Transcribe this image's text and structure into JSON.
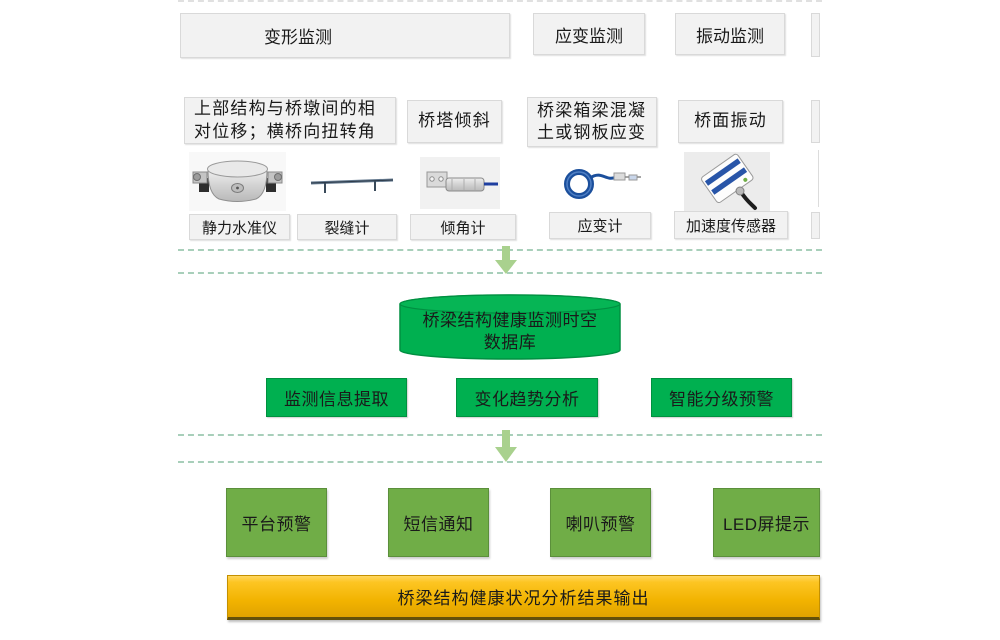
{
  "palette": {
    "bright_green": "#00b050",
    "olive_green": "#70ad47",
    "arrow_green": "#a9d18e",
    "dash_green": "#a8cfba",
    "gold": "#ffc000",
    "box_gray": "#f2f2f2"
  },
  "monitoring_categories": [
    {
      "label": "变形监测"
    },
    {
      "label": "应变监测"
    },
    {
      "label": "振动监测"
    }
  ],
  "monitoring_targets": [
    {
      "label": "上部结构与桥墩间的相对位移；横桥向扭转角"
    },
    {
      "label": "桥塔倾斜"
    },
    {
      "label": "桥梁箱梁混凝土或钢板应变"
    },
    {
      "label": "桥面振动"
    }
  ],
  "sensors": [
    {
      "label": "静力水准仪",
      "icon": "static-level-gauge-icon"
    },
    {
      "label": "裂缝计",
      "icon": "crack-meter-icon"
    },
    {
      "label": "倾角计",
      "icon": "inclinometer-icon"
    },
    {
      "label": "应变计",
      "icon": "strain-gauge-icon"
    },
    {
      "label": "加速度传感器",
      "icon": "accelerometer-icon"
    }
  ],
  "database": {
    "label": "桥梁结构健康监测时空数据库"
  },
  "analysis_steps": [
    {
      "label": "监测信息提取"
    },
    {
      "label": "变化趋势分析"
    },
    {
      "label": "智能分级预警"
    }
  ],
  "alert_channels": [
    {
      "label": "平台预警"
    },
    {
      "label": "短信通知"
    },
    {
      "label": "喇叭预警"
    },
    {
      "label": "LED屏提示"
    }
  ],
  "output": {
    "label": "桥梁结构健康状况分析结果输出"
  }
}
